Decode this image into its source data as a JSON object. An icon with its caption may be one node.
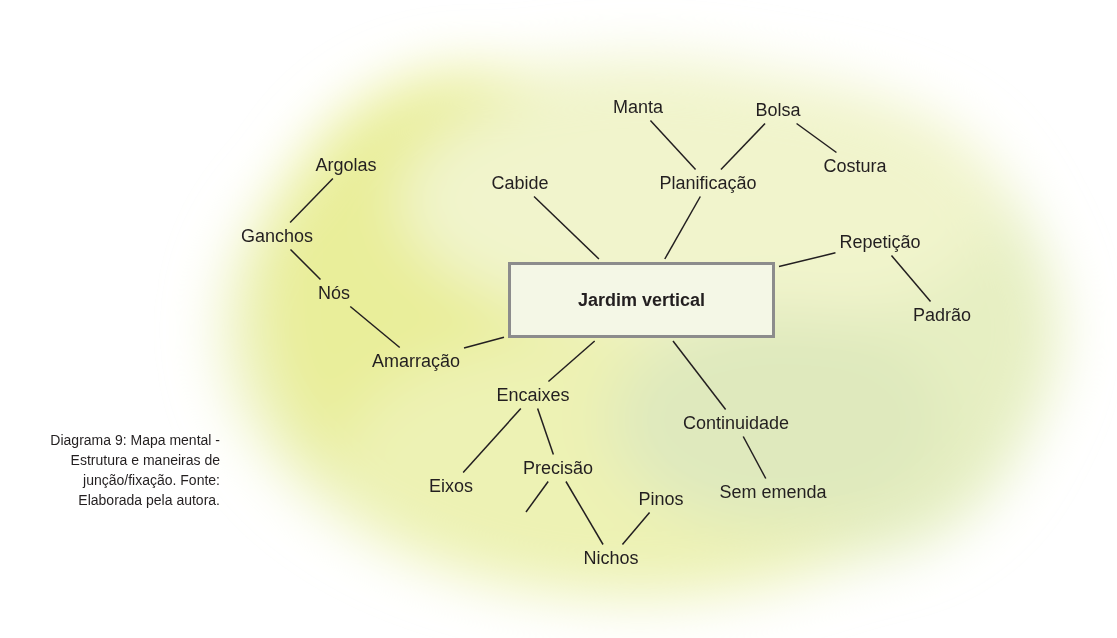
{
  "diagram": {
    "caption": "Diagrama 9: Mapa mental - Estrutura e maneiras de junção/fixação. Fonte: Elaborada pela autora.",
    "nodes": [
      {
        "text": [
          "Jardim vertical"
        ]
      },
      {
        "text": [
          "Cabide"
        ]
      },
      {
        "text": [
          "Planificação"
        ]
      },
      {
        "text": [
          "Manta"
        ]
      },
      {
        "text": [
          "Bolsa"
        ]
      },
      {
        "text": [
          "Costura"
        ]
      },
      {
        "text": [
          "Repetição"
        ]
      },
      {
        "text": [
          "Padrão"
        ]
      },
      {
        "text": [
          "Amarração"
        ]
      },
      {
        "text": [
          "Nós"
        ]
      },
      {
        "text": [
          "Ganchos"
        ]
      },
      {
        "text": [
          "Argolas"
        ]
      },
      {
        "text": [
          "Encaixes"
        ]
      },
      {
        "text": [
          "Eixos"
        ]
      },
      {
        "text": [
          "Precisão"
        ]
      },
      {
        "text": [
          "Nichos"
        ]
      },
      {
        "text": [
          "Pinos"
        ]
      },
      {
        "text": [
          "Continuidade"
        ]
      },
      {
        "text": [
          "Sem emenda"
        ]
      }
    ],
    "edges": [
      {
        "from": 0,
        "to": 1,
        "arrow": "none"
      },
      {
        "from": 0,
        "to": 2,
        "arrow": "none"
      },
      {
        "from": 2,
        "to": 3,
        "arrow": "none"
      },
      {
        "from": 2,
        "to": 4,
        "arrow": "none"
      },
      {
        "from": 4,
        "to": 5,
        "arrow": "none"
      },
      {
        "from": 0,
        "to": 6,
        "arrow": "none"
      },
      {
        "from": 6,
        "to": 7,
        "arrow": "none"
      },
      {
        "from": 0,
        "to": 8,
        "arrow": "none"
      },
      {
        "from": 8,
        "to": 9,
        "arrow": "none"
      },
      {
        "from": 9,
        "to": 10,
        "arrow": "none"
      },
      {
        "from": 10,
        "to": 11,
        "arrow": "none"
      },
      {
        "from": 0,
        "to": 12,
        "arrow": "none"
      },
      {
        "from": 12,
        "to": 13,
        "arrow": "none"
      },
      {
        "from": 12,
        "to": 14,
        "arrow": "none"
      },
      {
        "from": 14,
        "to": null,
        "arrow": "none"
      },
      {
        "from": 14,
        "to": 15,
        "arrow": "none"
      },
      {
        "from": 15,
        "to": 16,
        "arrow": "none"
      },
      {
        "from": 0,
        "to": 17,
        "arrow": "none"
      },
      {
        "from": 17,
        "to": 18,
        "arrow": "none"
      }
    ]
  }
}
